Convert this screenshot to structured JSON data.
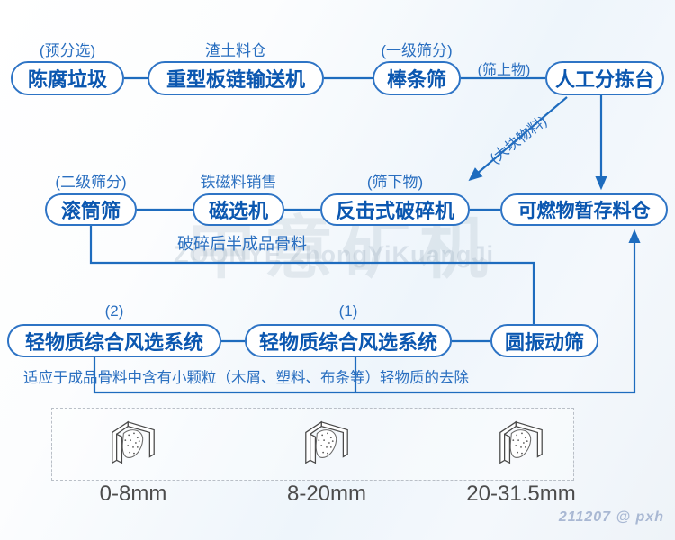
{
  "colors": {
    "line_blue": "#1e6cbe",
    "border_blue": "#2e74c5",
    "text_blue": "#0b57b0",
    "annotation_blue": "#2a6fc0",
    "size_label_gray": "#4c4c4c",
    "watermark_gray": "#96a8ba",
    "corner_watermark_blue": "#a9b8d3"
  },
  "nodes": {
    "aged_waste": "陈腐垃圾",
    "heavy_plate_conveyor": "重型板链输送机",
    "bar_screen": "棒条筛",
    "manual_sorting_station": "人工分拣台",
    "drum_screen": "滚筒筛",
    "magnetic_separator": "磁选机",
    "impact_crusher": "反击式破碎机",
    "combustible_storage_silo": "可燃物暂存料仓",
    "air_separation_system_2": "轻物质综合风选系统",
    "air_separation_system_1": "轻物质综合风选系统",
    "circular_vibrating_screen": "圆振动筛"
  },
  "annotations": {
    "pre_sorting": "(预分选)",
    "soil_silo": "渣土料仓",
    "primary_screening": "(一级筛分)",
    "screen_oversize": "(筛上物)",
    "bulk_material": "(大块物料)",
    "secondary_screening": "(二级筛分)",
    "iron_material_sales": "铁磁料销售",
    "screen_undersize": "(筛下物)",
    "crushed_semifinished_aggregate": "破碎后半成品骨料",
    "unit_2": "(2)",
    "unit_1": "(1)",
    "bottom_note": "适应于成品骨料中含有小颗粒（木屑、塑料、布条等）轻物质的去除"
  },
  "products": {
    "size_labels": [
      "0-8mm",
      "8-20mm",
      "20-31.5mm"
    ]
  },
  "watermarks": {
    "brand_cn": "中意矿机",
    "brand_en": "ZOONYE ZhongYiKuangJi",
    "corner": "211207 @ pxh"
  }
}
